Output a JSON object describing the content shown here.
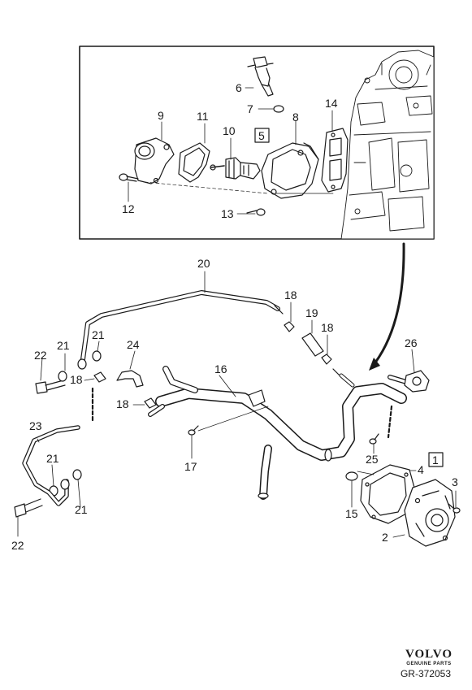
{
  "labels": {
    "p1": "1",
    "p2": "2",
    "p3": "3",
    "p4": "4",
    "p5": "5",
    "p6": "6",
    "p7": "7",
    "p8": "8",
    "p9": "9",
    "p10": "10",
    "p11": "11",
    "p12": "12",
    "p13": "13",
    "p14": "14",
    "p15": "15",
    "p16": "16",
    "p17": "17",
    "p18a": "18",
    "p18b": "18",
    "p18c": "18",
    "p18d": "18",
    "p19": "19",
    "p20": "20",
    "p21a": "21",
    "p21b": "21",
    "p21c": "21",
    "p21d": "21",
    "p22a": "22",
    "p22b": "22",
    "p23": "23",
    "p24": "24",
    "p25": "25",
    "p26": "26"
  },
  "brand": {
    "name": "VOLVO",
    "tagline": "GENUINE PARTS"
  },
  "reference": "GR-372053",
  "colors": {
    "line": "#1a1a1a",
    "fill": "#ffffff",
    "shade": "#cfcfcf"
  }
}
